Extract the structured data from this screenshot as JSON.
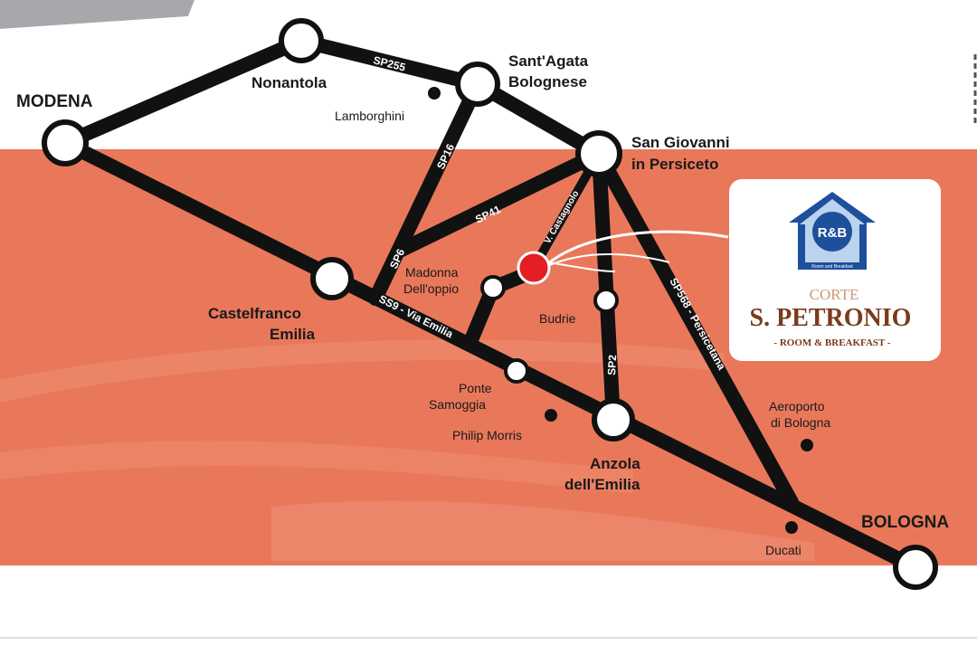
{
  "colors": {
    "band": "#e9785b",
    "road": "#111111",
    "poi": "#e31e24",
    "logo_blue": "#1e4f9c",
    "logo_brown": "#7a3b1c"
  },
  "cities": {
    "modena": "MODENA",
    "nonantola": "Nonantola",
    "santagata_1": "Sant'Agata",
    "santagata_2": "Bolognese",
    "sangiovanni_1": "San Giovanni",
    "sangiovanni_2": "in Persiceto",
    "castelfranco_1": "Castelfranco",
    "castelfranco_2": "Emilia",
    "madonna_1": "Madonna",
    "madonna_2": "Dell'oppio",
    "budrie": "Budrie",
    "ponte_1": "Ponte",
    "ponte_2": "Samoggia",
    "anzola_1": "Anzola",
    "anzola_2": "dell'Emilia",
    "bologna": "BOLOGNA"
  },
  "landmarks": {
    "lamborghini": "Lamborghini",
    "philip_morris": "Philip Morris",
    "aeroporto_1": "Aeroporto",
    "aeroporto_2": "di Bologna",
    "ducati": "Ducati"
  },
  "roads": {
    "sp255": "SP255",
    "sp16": "SP16",
    "sp41": "SP41",
    "sp6": "SP6",
    "castagnolo": "V. Castagnolo",
    "ss9": "SS9 - Via Emilia",
    "sp2": "SP2",
    "sp568": "SP568 - Persicetana"
  },
  "logo": {
    "badge": "R&B",
    "badge_sub": "Room and Breakfast",
    "line1": "CORTE",
    "line2": "S. PETRONIO",
    "line3": "- ROOM & BREAKFAST -"
  }
}
